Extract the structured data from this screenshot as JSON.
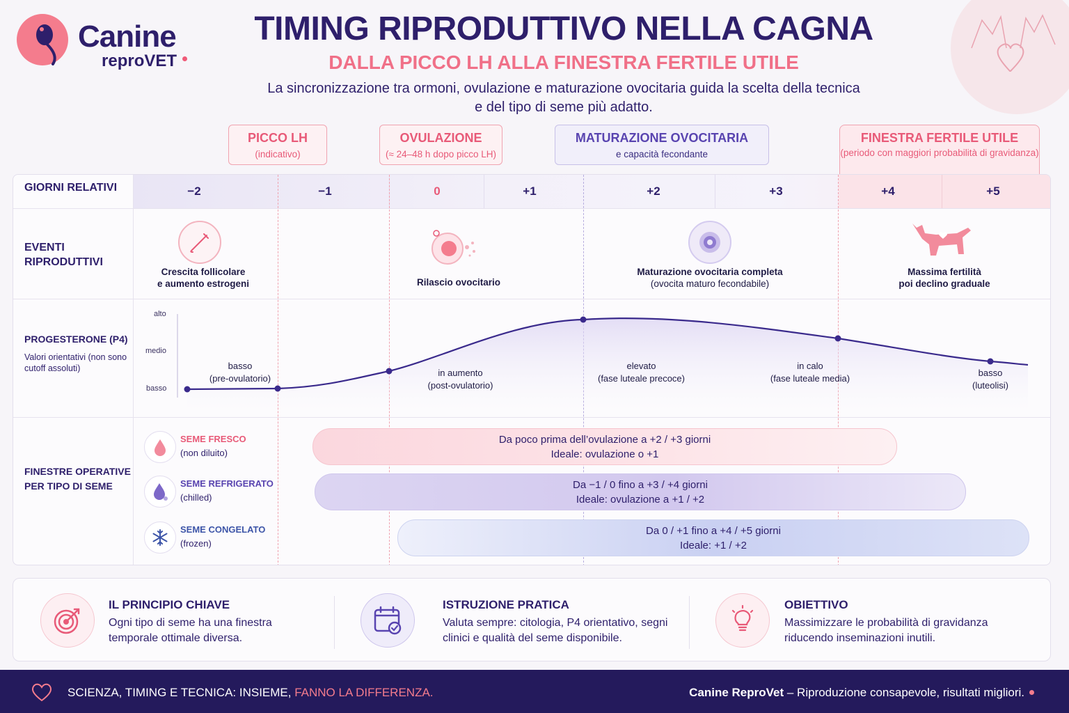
{
  "brand": {
    "name": "Canine",
    "sub": "reproVET"
  },
  "header": {
    "title": "TIMING RIPRODUTTIVO NELLA CAGNA",
    "subtitle": "DALLA PICCO LH ALLA FINESTRA FERTILE UTILE",
    "intro": "La sincronizzazione tra ormoni, ovulazione e maturazione ovocitaria guida la scelta della tecnica e del tipo di seme più adatto."
  },
  "phases": {
    "lh": {
      "title": "PICCO LH",
      "sub": "(indicativo)"
    },
    "ovulation": {
      "title": "OVULAZIONE",
      "sub": "(≈ 24–48 h dopo picco LH)"
    },
    "maturation": {
      "title": "MATURAZIONE OVOCITARIA",
      "sub": "e capacità fecondante"
    },
    "fertile": {
      "title": "FINESTRA FERTILE UTILE",
      "sub": "(periodo con maggiori probabilità di gravidanza)"
    }
  },
  "rows": {
    "days": "GIORNI RELATIVI",
    "events": "EVENTI RIPRODUTTIVI",
    "p4": "PROGESTERONE (P4)",
    "p4_note": "Valori orientativi (non sono cutoff assoluti)",
    "windows": "FINESTRE OPERATIVE PER TIPO DI SEME"
  },
  "days": [
    "−2",
    "−1",
    "0",
    "+1",
    "+2",
    "+3",
    "+4",
    "+5"
  ],
  "events": [
    {
      "title": "Crescita follicolare",
      "sub": "e aumento estrogeni"
    },
    {
      "title": "Rilascio ovocitario",
      "sub": ""
    },
    {
      "title": "Maturazione ovocitaria completa",
      "sub": "(ovocita maturo fecondabile)"
    },
    {
      "title": "Massima fertilità",
      "sub": "poi declino graduale"
    }
  ],
  "p4_axis": {
    "high": "alto",
    "mid": "medio",
    "low": "basso"
  },
  "p4_labels": [
    {
      "title": "basso",
      "sub": "(pre-ovulatorio)"
    },
    {
      "title": "in aumento",
      "sub": "(post-ovulatorio)"
    },
    {
      "title": "elevato",
      "sub": "(fase luteale precoce)"
    },
    {
      "title": "in calo",
      "sub": "(fase luteale media)"
    },
    {
      "title": "basso",
      "sub": "(luteolisi)"
    }
  ],
  "semen": [
    {
      "name": "SEME FRESCO",
      "sub": "(non diluito)",
      "color": "#e85a78",
      "window": "Da poco prima dell’ovulazione a +2 / +3 giorni",
      "ideal": "Ideale: ovulazione o +1"
    },
    {
      "name": "SEME REFRIGERATO",
      "sub": "(chilled)",
      "color": "#5944b0",
      "window": "Da −1 / 0 fino a +3 / +4 giorni",
      "ideal": "Ideale: ovulazione a +1 / +2"
    },
    {
      "name": "SEME CONGELATO",
      "sub": "(frozen)",
      "color": "#3d55a8",
      "window": "Da 0 / +1 fino a +4 / +5 giorni",
      "ideal": "Ideale: +1 / +2"
    }
  ],
  "info": [
    {
      "head": "IL PRINCIPIO CHIAVE",
      "body": "Ogni tipo di seme ha una finestra temporale ottimale diversa."
    },
    {
      "head": "ISTRUZIONE PRATICA",
      "body": "Valuta sempre: citologia, P4 orientativo, segni clinici e qualità del seme disponibile."
    },
    {
      "head": "OBIETTIVO",
      "body": "Massimizzare le probabilità di gravidanza riducendo inseminazioni inutili."
    }
  ],
  "footer": {
    "left": "SCIENZA, TIMING E TECNICA: INSIEME, ",
    "left_accent": "FANNO LA DIFFERENZA.",
    "right_brand": "Canine ReproVet",
    "right_text": " – Riproduzione consapevole, risultati migliori."
  },
  "colors": {
    "navy": "#2e1f6b",
    "pink": "#e85a78",
    "purple": "#5944b0",
    "curve": "#3a2a8c"
  }
}
